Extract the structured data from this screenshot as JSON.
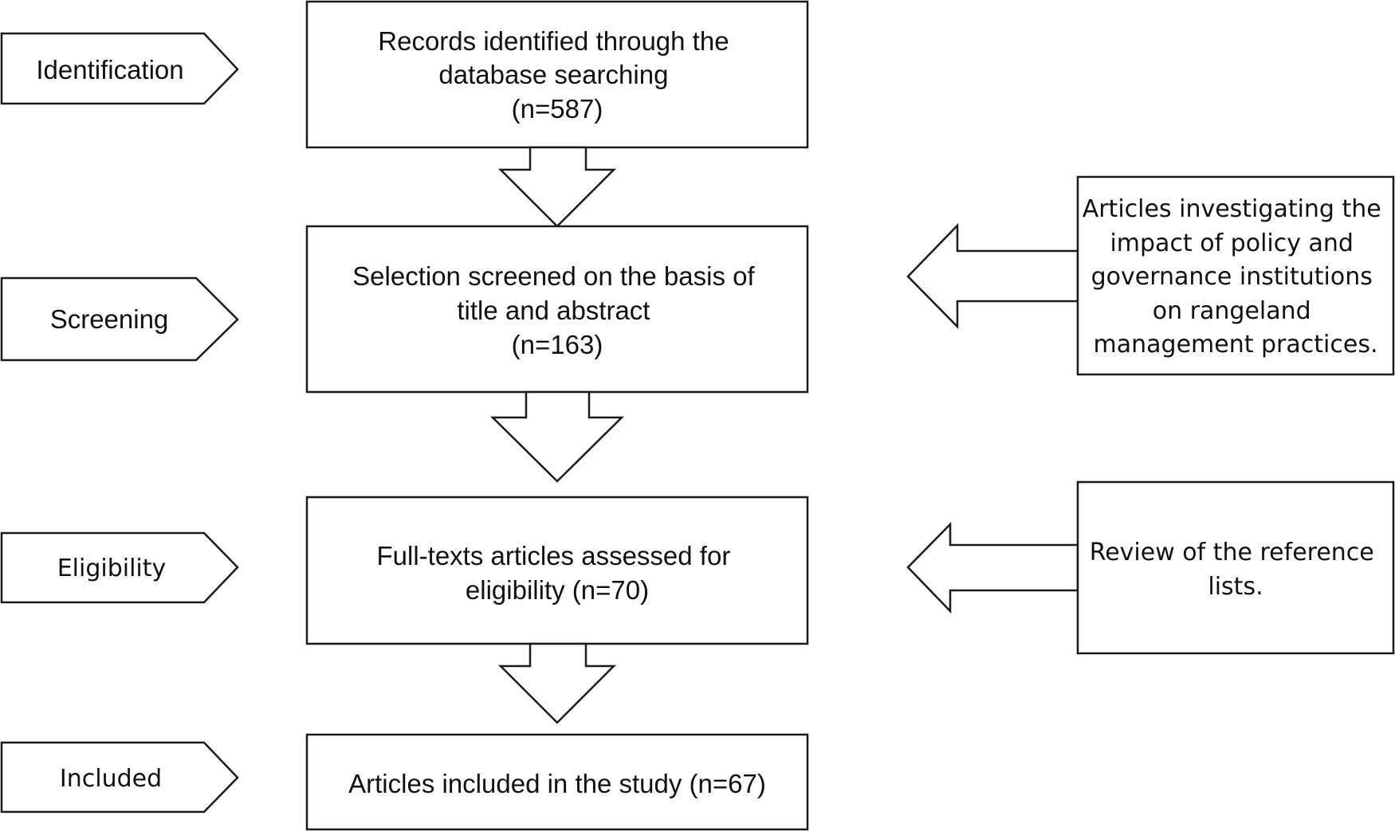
{
  "stages": [
    {
      "id": "identification",
      "label": "Identification"
    },
    {
      "id": "screening",
      "label": "Screening"
    },
    {
      "id": "eligibility",
      "label": "Eligibility"
    },
    {
      "id": "included",
      "label": "Included"
    }
  ],
  "boxes": [
    {
      "id": "records-identified",
      "lines": [
        "Records identified through the",
        "database searching",
        "(n=587)"
      ]
    },
    {
      "id": "selection-screened",
      "lines": [
        "Selection screened on the basis of",
        "title and abstract",
        "(n=163)"
      ]
    },
    {
      "id": "full-texts-assessed",
      "lines": [
        "Full-texts articles assessed for",
        "eligibility (n=70)"
      ]
    },
    {
      "id": "articles-included",
      "lines": [
        "Articles included in the study (n=67)"
      ]
    }
  ],
  "side_boxes": [
    {
      "id": "inclusion-criteria",
      "lines": [
        "Articles investigating the",
        "impact of policy and",
        "governance institutions",
        "on rangeland",
        "management practices."
      ]
    },
    {
      "id": "reference-review",
      "lines": [
        "Review of the reference",
        "lists."
      ]
    }
  ]
}
